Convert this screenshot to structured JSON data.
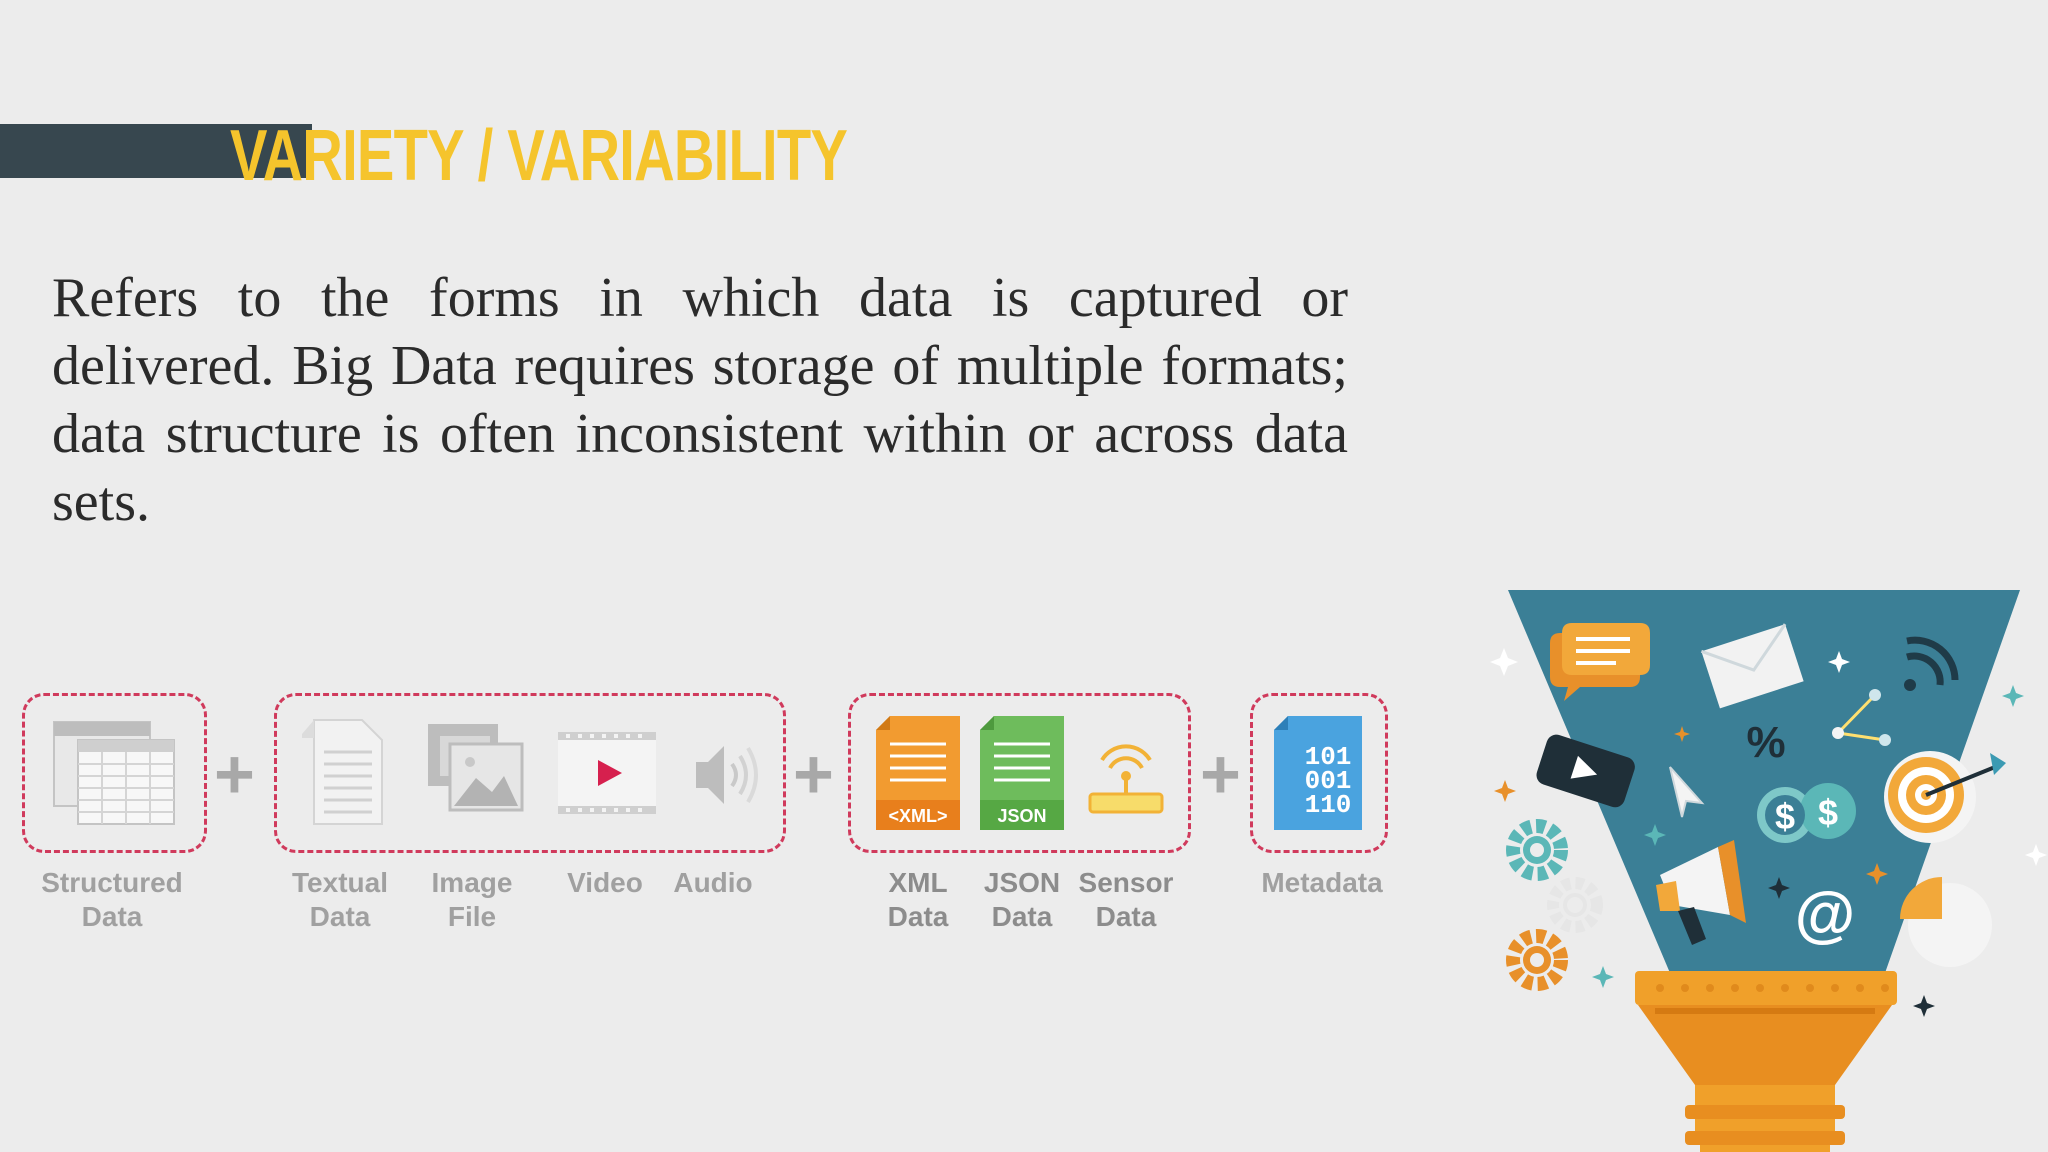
{
  "slide": {
    "title": "VARIETY / VARIABILITY",
    "body": "Refers to the forms in which data is captured or delivered. Big Data requires storage of multiple formats; data structure is often inconsistent within or across data sets."
  },
  "diagram": {
    "plus_symbol": "+",
    "labels": {
      "structured": "Structured\nData",
      "textual": "Textual\nData",
      "image": "Image\nFile",
      "video": "Video",
      "audio": "Audio",
      "xml": "XML\nData",
      "json": "JSON\nData",
      "sensor": "Sensor\nData",
      "metadata": "Metadata"
    },
    "icon_text": {
      "xml": "<XML>",
      "json": "JSON",
      "metadata_1": "101",
      "metadata_2": "001",
      "metadata_3": "110"
    }
  },
  "funnel_icons": {
    "percent": "%",
    "at": "@",
    "dollar": "$"
  },
  "colors": {
    "title": "#f5c42c",
    "title_bar": "#37474f",
    "dashed_border": "#d03a5c",
    "funnel_teal": "#3b7f96",
    "funnel_orange": "#f0a02a"
  }
}
